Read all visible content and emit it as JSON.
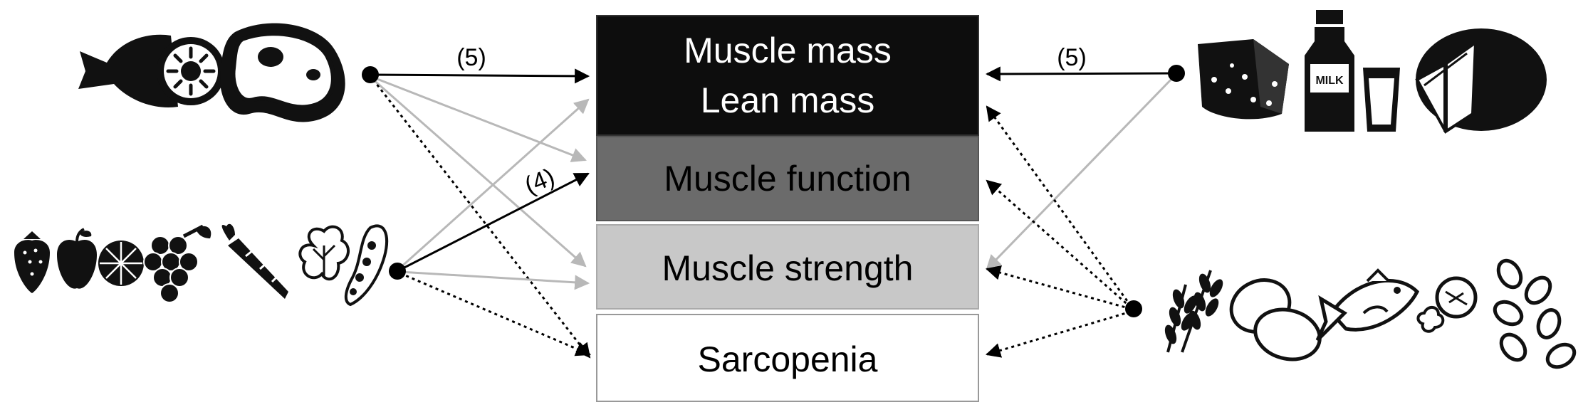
{
  "outcomes": {
    "muscle_mass_line1": "Muscle mass",
    "muscle_mass_line2": "Lean mass",
    "muscle_function": "Muscle function",
    "muscle_strength": "Muscle strength",
    "sarcopenia": "Sarcopenia"
  },
  "box_colors": {
    "mass": "#0d0d0d",
    "function": "#6b6b6b",
    "strength": "#c8c8c8",
    "sarcopenia": "#ffffff"
  },
  "line_colors": {
    "strong": "#000000",
    "weak": "#b8b8b8",
    "dotted": "#000000"
  },
  "references": {
    "meat_to_mass": "(5)",
    "fruitveg_to_function": "(4)",
    "dairy_to_mass": "(5)"
  },
  "milk_label": "MILK",
  "food_groups": {
    "meat": [
      "ham-icon",
      "steak-icon"
    ],
    "fruit_veg": [
      "strawberry-icon",
      "apple-icon",
      "orange-slice-icon",
      "grapes-icon",
      "carrot-icon",
      "lettuce-icon",
      "pea-pod-icon"
    ],
    "dairy": [
      "cheese-wedge-icon",
      "milk-bottle-icon",
      "milk-glass-icon",
      "cheese-wheel-icon"
    ],
    "other": [
      "wheat-icon",
      "eggs-icon",
      "fish-icon",
      "nuts-icon",
      "beans-icon"
    ]
  }
}
